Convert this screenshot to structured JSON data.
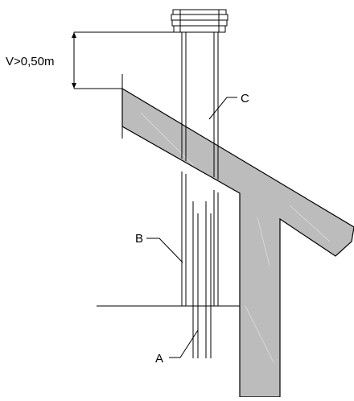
{
  "dimension": {
    "label": "V>0,50m"
  },
  "labels": {
    "a": "A",
    "b": "B",
    "c": "C"
  },
  "colors": {
    "fill": "#bcbcbc",
    "stroke": "#000000",
    "background": "#ffffff"
  }
}
